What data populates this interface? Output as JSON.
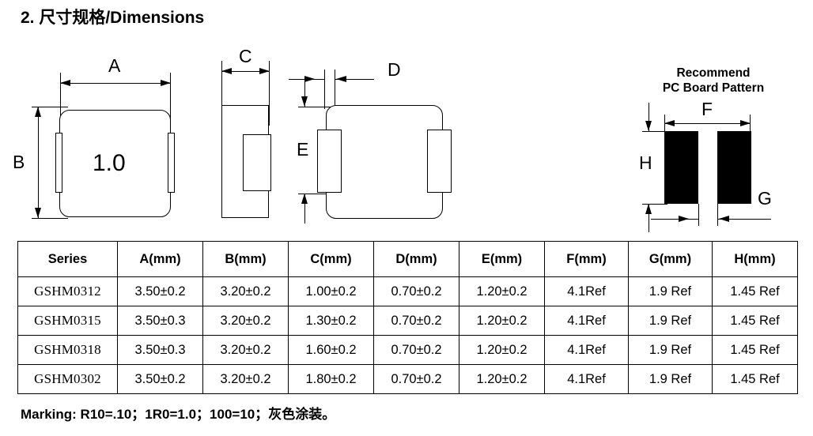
{
  "title": "2. 尺寸规格/Dimensions",
  "drawings": {
    "top_view": {
      "dim_a_label": "A",
      "dim_b_label": "B",
      "part_marking": "1.0"
    },
    "side_view": {
      "dim_c_label": "C"
    },
    "bottom_view": {
      "dim_d_label": "D",
      "dim_e_label": "E"
    },
    "pcb_pattern": {
      "caption_line1": "Recommend",
      "caption_line2": "PC Board Pattern",
      "dim_f_label": "F",
      "dim_g_label": "G",
      "dim_h_label": "H"
    }
  },
  "table": {
    "headers": [
      "Series",
      "A(mm)",
      "B(mm)",
      "C(mm)",
      "D(mm)",
      "E(mm)",
      "F(mm)",
      "G(mm)",
      "H(mm)"
    ],
    "rows": [
      [
        "GSHM0312",
        "3.50±0.2",
        "3.20±0.2",
        "1.00±0.2",
        "0.70±0.2",
        "1.20±0.2",
        "4.1Ref",
        "1.9 Ref",
        "1.45 Ref"
      ],
      [
        "GSHM0315",
        "3.50±0.3",
        "3.20±0.2",
        "1.30±0.2",
        "0.70±0.2",
        "1.20±0.2",
        "4.1Ref",
        "1.9 Ref",
        "1.45 Ref"
      ],
      [
        "GSHM0318",
        "3.50±0.3",
        "3.20±0.2",
        "1.60±0.2",
        "0.70±0.2",
        "1.20±0.2",
        "4.1Ref",
        "1.9 Ref",
        "1.45 Ref"
      ],
      [
        "GSHM0302",
        "3.50±0.2",
        "3.20±0.2",
        "1.80±0.2",
        "0.70±0.2",
        "1.20±0.2",
        "4.1Ref",
        "1.9 Ref",
        "1.45 Ref"
      ]
    ]
  },
  "footer": {
    "marking_note": "Marking: R10=.10；1R0=1.0；100=10；灰色涂装。"
  },
  "colors": {
    "line": "#000000",
    "pad_fill": "#000000",
    "background": "#ffffff"
  }
}
